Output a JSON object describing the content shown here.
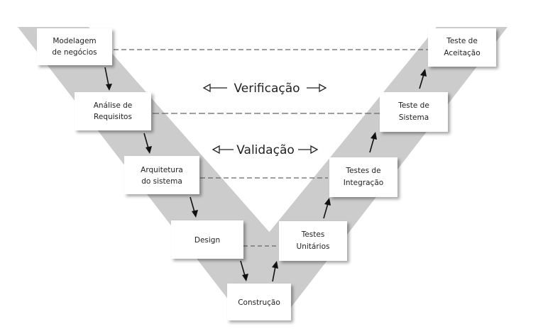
{
  "boxes": {
    "modelagem": [
      "Modelagem",
      "de negócios"
    ],
    "analise": [
      "Análise de",
      "Requisitos"
    ],
    "arquitetura": [
      "Arquitetura",
      "do sistema"
    ],
    "design": [
      "Design"
    ],
    "construcao": [
      "Construção"
    ],
    "testes_unitarios": [
      "Testes",
      "Unitários"
    ],
    "testes_integracao": [
      "Testes de",
      "Integração"
    ],
    "teste_sistema": [
      "Teste de",
      "Sistema"
    ],
    "teste_aceitacao": [
      "Teste de",
      "Aceitação"
    ]
  },
  "labels": {
    "verificacao": "Verificação",
    "validacao": "Validação"
  },
  "colors": {
    "band": "#cccccc",
    "box_fill": "#ffffff",
    "text": "#222222",
    "dash": "#666666"
  }
}
